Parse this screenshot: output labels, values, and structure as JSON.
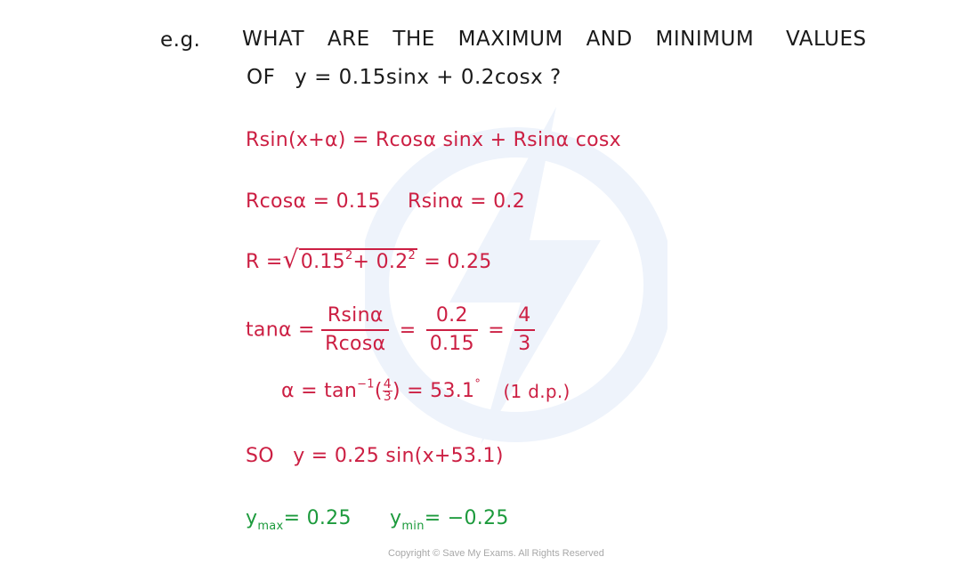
{
  "example": {
    "label": "e.g.",
    "question_words": [
      "WHAT",
      "ARE",
      "THE",
      "MAXIMUM",
      "AND",
      "MINIMUM",
      "VALUES"
    ],
    "question_line2_prefix": "OF",
    "question_line2_expr": "y = 0.15sinx + 0.2cosx ?"
  },
  "steps": {
    "expansion": "Rsin(x+α) = Rcosα sinx + Rsinα cosx",
    "rcos": "Rcosα = 0.15",
    "rsin": "Rsinα = 0.2",
    "r_lhs": "R =",
    "r_root_a": "0.15",
    "r_root_plus": "+ 0.2",
    "r_exp": "2",
    "r_rhs": "= 0.25",
    "tan_lhs": "tanα =",
    "tan_frac1_num": "Rsinα",
    "tan_frac1_den": "Rcosα",
    "tan_frac2_num": "0.2",
    "tan_frac2_den": "0.15",
    "tan_frac3_num": "4",
    "tan_frac3_den": "3",
    "eq": "=",
    "alpha_lhs": "α = tan",
    "alpha_inv": "−1",
    "alpha_frac_num": "4",
    "alpha_frac_den": "3",
    "alpha_rhs": ") = 53.1",
    "alpha_deg": "°",
    "alpha_note": "(1 d.p.)",
    "open_paren": "(",
    "so_label": "SO",
    "so_expr": "y = 0.25 sin(x+53.1)"
  },
  "answers": {
    "ymax_base": "y",
    "ymax_sub": "max",
    "ymax_val": "= 0.25",
    "ymin_base": "y",
    "ymin_sub": "min",
    "ymin_val": "= −0.25"
  },
  "footer": {
    "copyright": "Copyright © Save My Exams. All Rights Reserved"
  },
  "colors": {
    "working": "#cc1f43",
    "answer": "#1c9a3c",
    "heading": "#1a1a1a"
  }
}
